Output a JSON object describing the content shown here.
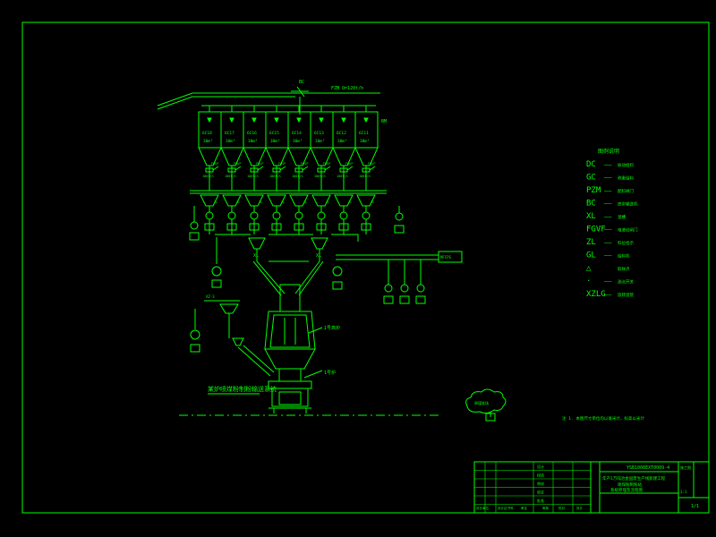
{
  "colors": {
    "background": "#000000",
    "line": "#00ff00"
  },
  "flow": {
    "top_label_left": "BC",
    "top_label_right": "FZM  Q=120t/h",
    "silo_side_label": "BM",
    "silos": [
      {
        "id": "6C18",
        "cap": "30m³"
      },
      {
        "id": "6C17",
        "cap": "30m³"
      },
      {
        "id": "6C16",
        "cap": "30m³"
      },
      {
        "id": "6C15",
        "cap": "30m³"
      },
      {
        "id": "6C14",
        "cap": "30m³"
      },
      {
        "id": "6C13",
        "cap": "30m³"
      },
      {
        "id": "6C12",
        "cap": "30m³"
      },
      {
        "id": "6C11",
        "cap": "30m³"
      }
    ],
    "gate_labels": [
      "FGVF",
      "FGVF",
      "FGVF",
      "FGVF",
      "FGVF",
      "FGVF",
      "FGVF",
      "FGVF"
    ],
    "hopper_rate": "100t/h",
    "zl_labels": [
      "ZL",
      "ZL",
      "ZL",
      "ZL",
      "ZL",
      "ZL",
      "ZL",
      "ZL"
    ],
    "mixer_left": "XL",
    "mixer_right": "XL",
    "furnace_label_1": "1号高炉",
    "furnace_label_2": "1号炉",
    "right_box_label": "MFCPS",
    "side_motor_label": "XZ-3",
    "system_title": "某炉喷煤粉制粉输送系统",
    "cloud_label": "原煤堆场"
  },
  "legend": {
    "title": "图例说明",
    "items": [
      {
        "code": "DC",
        "sep": "——",
        "text": "振动给料"
      },
      {
        "code": "GC",
        "sep": "——",
        "text": "称重给料"
      },
      {
        "code": "PZM",
        "sep": "——",
        "text": "配料阀门"
      },
      {
        "code": "BC",
        "sep": "——",
        "text": "皮带输送机"
      },
      {
        "code": "XL",
        "sep": "——",
        "text": "溜槽"
      },
      {
        "code": "FGVF",
        "sep": "——",
        "text": "电液动闸门"
      },
      {
        "code": "ZL",
        "sep": "——",
        "text": "料位指示"
      },
      {
        "code": "GL",
        "sep": "——",
        "text": "给料机"
      },
      {
        "code": "△",
        "sep": "",
        "text": "取样点"
      },
      {
        "code": "·",
        "sep": "——",
        "text": "测点开关"
      },
      {
        "code": "XZLG",
        "sep": "——",
        "text": "旋转溜管"
      }
    ]
  },
  "note": "注 1. 本图尺寸单位均以毫米计，标高以米计",
  "title_block": {
    "drawing_no": "YSB1008EXT0009-4",
    "project_line1": "年产1万吨冶金固废生产线新建工程",
    "project_line2": "喷煤粉制粉站",
    "project_line3": "系统原理及流程图",
    "stage": "施工图",
    "scale": "1:1",
    "sheet": "1/1",
    "rows": [
      "设计",
      "校核",
      "审核",
      "审定",
      "批准"
    ],
    "bottom_cells": [
      "设计单位",
      "设计证书号",
      "审定",
      "审核",
      "校对",
      "设计"
    ]
  }
}
